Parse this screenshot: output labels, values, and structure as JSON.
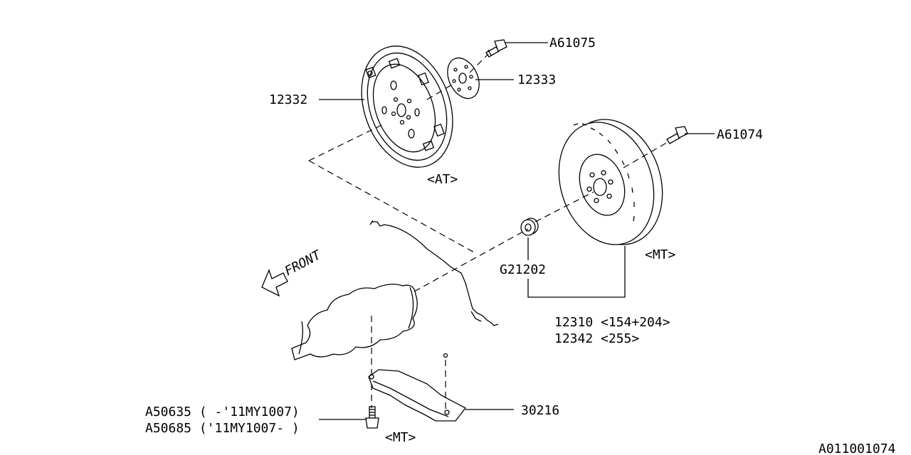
{
  "labels": {
    "a61075": "A61075",
    "p12333": "12333",
    "p12332": "12332",
    "at": "<AT>",
    "a61074": "A61074",
    "mt_flywheel": "<MT>",
    "g21202": "G21202",
    "p12310": "12310 <154+204>",
    "p12342": "12342 <255>",
    "p30216": "30216",
    "a50635": "A50635 ( -'11MY1007)",
    "a50685": "A50685 ('11MY1007- )",
    "mt_cover": "<MT>",
    "front": "FRONT",
    "diagram_id": "A011001074"
  }
}
